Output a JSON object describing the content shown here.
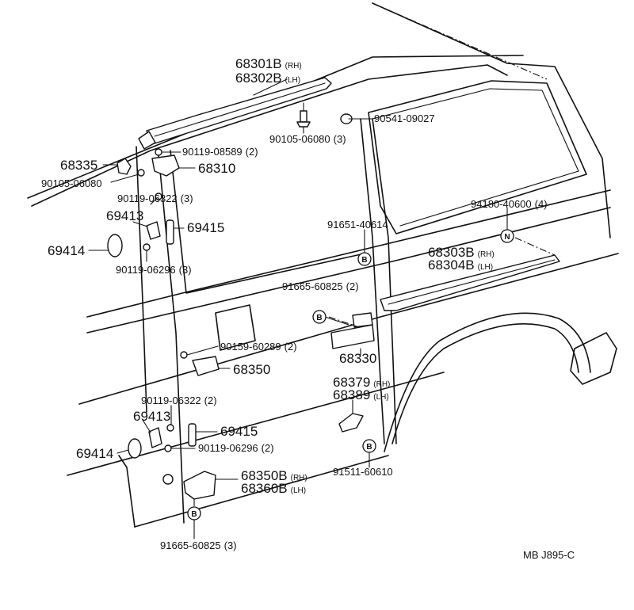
{
  "labels": [
    {
      "text": "68301B",
      "side": "(RH)"
    },
    {
      "text": "68302B",
      "side": "(LH)"
    },
    {
      "text": "90541-09027",
      "side": ""
    },
    {
      "text": "90105-06080",
      "side": "(3)"
    },
    {
      "text": "90119-08589",
      "side": "(2)"
    },
    {
      "text": "68335",
      "side": ""
    },
    {
      "text": "68310",
      "side": ""
    },
    {
      "text": "90105-06080",
      "side": ""
    },
    {
      "text": "90119-06322",
      "side": "(3)"
    },
    {
      "text": "69413",
      "side": ""
    },
    {
      "text": "69415",
      "side": ""
    },
    {
      "text": "69414",
      "side": ""
    },
    {
      "text": "90119-06296",
      "side": "(3)"
    },
    {
      "text": "94180-40600",
      "side": "(4)"
    },
    {
      "text": "91651-40614",
      "side": ""
    },
    {
      "text": "68303B",
      "side": "(RH)"
    },
    {
      "text": "68304B",
      "side": "(LH)"
    },
    {
      "text": "91665-60825",
      "side": "(2)"
    },
    {
      "text": "90159-60289",
      "side": "(2)"
    },
    {
      "text": "68330",
      "side": ""
    },
    {
      "text": "68350",
      "side": ""
    },
    {
      "text": "68379",
      "side": "(RH)"
    },
    {
      "text": "68389",
      "side": "(LH)"
    },
    {
      "text": "90119-06322",
      "side": "(2)"
    },
    {
      "text": "69413",
      "side": ""
    },
    {
      "text": "69415",
      "side": ""
    },
    {
      "text": "69414",
      "side": ""
    },
    {
      "text": "90119-06296",
      "side": "(2)"
    },
    {
      "text": "68350B",
      "side": "(RH)"
    },
    {
      "text": "68360B",
      "side": "(LH)"
    },
    {
      "text": "91511-60610",
      "side": ""
    },
    {
      "text": "91665-60825",
      "side": "(3)"
    }
  ],
  "markers": [
    "N",
    "B",
    "B",
    "B",
    "B"
  ],
  "code": "MB  J895-C",
  "colors": {
    "ink": "#111111",
    "paper": "#ffffff"
  }
}
